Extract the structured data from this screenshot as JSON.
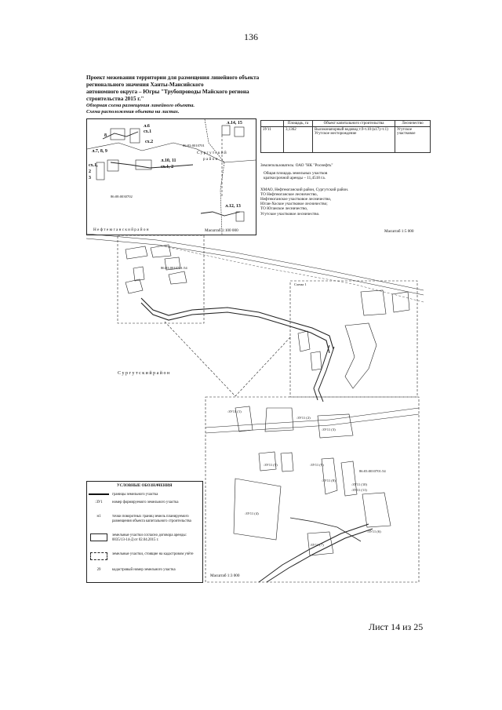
{
  "page_number": "136",
  "title_lines": [
    "Проект межевания территории для размещения линейного объекта",
    "регионального значения Ханты-Мансийского",
    "автономного округа – Югры \"Трубопроводы Майского региона",
    "строительства 2015 г.\""
  ],
  "subtitle_lines": [
    "Обзорная схема размещения линейного объекта.",
    "Схема расположения объекта на листах."
  ],
  "overview": {
    "labels": {
      "l6": "л.6",
      "sx1a": "сх.1",
      "sx2": "сх.2",
      "n8": "8",
      "l789": "л.7, 8, 9",
      "sx1b": "сх.1,",
      "n2": "2",
      "n3": "3",
      "l1415": "л.14, 15",
      "l1011": "л.10, 11",
      "sx12": "сх.1, 2",
      "l1213": "л.12, 13",
      "cad1": "86:03:0010701",
      "cad2": "86:08:0030702",
      "surgut1": "С у р г у т с к и й",
      "surgut2": "р а й о н",
      "nefteyugansk": "Н е ф т е ю г а н с к и й   р а й о н",
      "scale": "Масштаб 1:100 000"
    }
  },
  "parcel_table": {
    "headers": [
      "",
      "Площадь, га",
      "Объект капитального строительства",
      "Лесничество"
    ],
    "rows": [
      [
        "ЗУ11",
        "3,1362",
        "Высоконапорный водовод т.9-т.10 (к17у-т.1) Угутское месторождение",
        "Угутское участковое"
      ]
    ]
  },
  "info": {
    "owner": "Землепользователь:  ОАО \"НК \"Роснефть\"",
    "area_lines": [
      "Общая площадь земельных участков",
      "краткосрочной аренды – 11,4518 га."
    ],
    "location_lines": [
      "ХМАО, Нефтеюганский район, Сургутский район.",
      "ТО Нефтеюганское лесничество,",
      "Нефтеюганское участковое лесничество,",
      "Юган-Хоское участковое лесничество;",
      "ТО Юганское лесничество,",
      "Угутское участковое лесничество."
    ]
  },
  "map": {
    "scale_top": "Масштаб 1:5 000",
    "cad_main": "86:03:0010701:54",
    "scheme1": "Схема 1",
    "surgut_district": "С у р г у т с к и й   р а й о н",
    "parcels": {
      "p1": ":ЗУ11 (1)",
      "p2": ":ЗУ11 (2)",
      "p3": ":ЗУ11 (3)",
      "p4": ":ЗУ11 (4)",
      "p5": ":ЗУ11 (5)",
      "p6": ":ЗУ11 (6)",
      "p7": ":ЗУ11 (7)",
      "p8": ":ЗУ11 (8)",
      "p9": ":ЗУ11 (9)",
      "p10": ":ЗУ11 (10)",
      "p11": ":ЗУ11 (11)"
    },
    "cad_detail": "86:03:0010701:54",
    "scale_bottom": "Масштаб 1:3 000"
  },
  "legend": {
    "title": "УСЛОВНЫЕ ОБОЗНАЧЕНИЯ",
    "items": [
      {
        "symbol": "",
        "text": "границы земельного участка"
      },
      {
        "symbol": ":ЗУ1",
        "text": "номер формируемого земельного участка"
      },
      {
        "symbol": "н1",
        "text": "точки поворотных границ земель планируемого размещения объекта капитального строительства"
      },
      {
        "symbol": "",
        "text": "земельные участки согласно договора аренды: 0035/13-14-Д от 02.04.2015 г."
      },
      {
        "symbol": "",
        "text": "земельные участки, стоящие на кадастровом учёте"
      },
      {
        "symbol": "29",
        "text": "кадастровый номер земельного участка"
      }
    ]
  },
  "sheet_label": "Лист 14 из 25"
}
